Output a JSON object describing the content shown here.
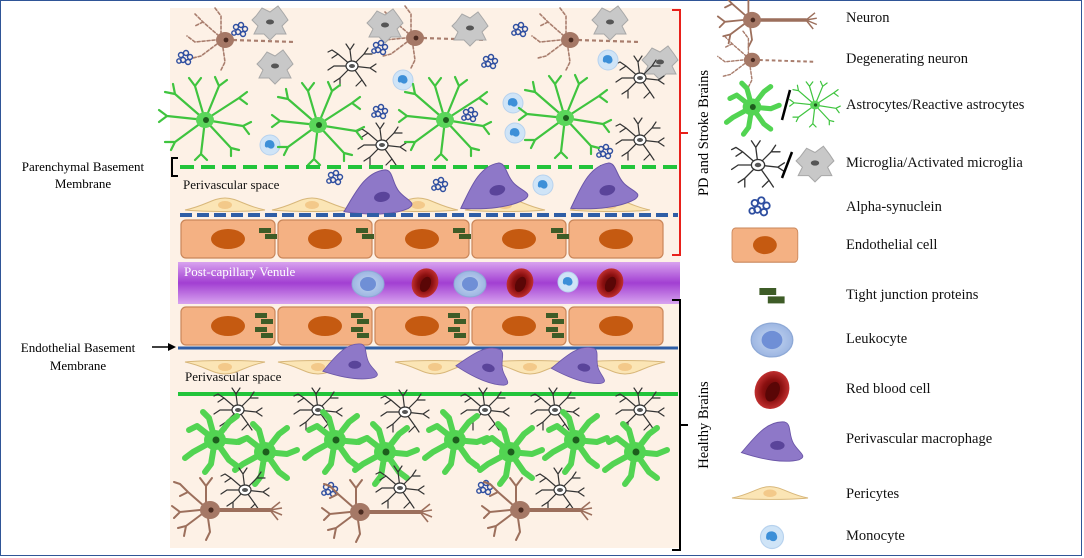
{
  "left_labels": {
    "parenchymal_bm_line1": "Parenchymal Basement",
    "parenchymal_bm_line2": "Membrane",
    "endothelial_bm_line1": "Endothelial Basement",
    "endothelial_bm_line2": "Membrane"
  },
  "panel_labels": {
    "perivascular_top": "Perivascular space",
    "venule": "Post-capillary Venule",
    "perivascular_bottom": "Perivascular space"
  },
  "brackets": {
    "top": "PD and Stroke  Brains",
    "bottom": "Healthy Brains"
  },
  "legend": [
    {
      "icon": "neuron-icon",
      "label": "Neuron"
    },
    {
      "icon": "degenerating-neuron-icon",
      "label": "Degenerating neuron"
    },
    {
      "icon": "astrocyte-icon",
      "label": "Astrocytes/Reactive astrocytes"
    },
    {
      "icon": "microglia-icon",
      "label": "Microglia/Activated microglia"
    },
    {
      "icon": "alpha-synuclein-icon",
      "label": "Alpha-synuclein"
    },
    {
      "icon": "endothelial-cell-icon",
      "label": "Endothelial cell"
    },
    {
      "icon": "tight-junction-icon",
      "label": "Tight junction proteins"
    },
    {
      "icon": "leukocyte-icon",
      "label": "Leukocyte"
    },
    {
      "icon": "red-blood-cell-icon",
      "label": "Red blood cell"
    },
    {
      "icon": "macrophage-icon",
      "label": "Perivascular macrophage"
    },
    {
      "icon": "pericyte-icon",
      "label": "Pericytes"
    },
    {
      "icon": "monocyte-icon",
      "label": "Monocyte"
    }
  ],
  "colors": {
    "tissue_bg": "#fdf1e6",
    "endothelial": "#f4b183",
    "nucleus": "#c55a11",
    "astrocyte": "#5ad65a",
    "neuron": "#a57866",
    "venule": "#b04ad8",
    "rbc": "#8b1010",
    "leukocyte": "#a9c4ec",
    "macrophage": "#8e78c8",
    "pericyte": "#fbe5b5",
    "bracket_top": "#e8201a",
    "bracket_bottom": "#000000",
    "membrane_blue": "#2f5ea6",
    "membrane_green": "#22c43a"
  }
}
